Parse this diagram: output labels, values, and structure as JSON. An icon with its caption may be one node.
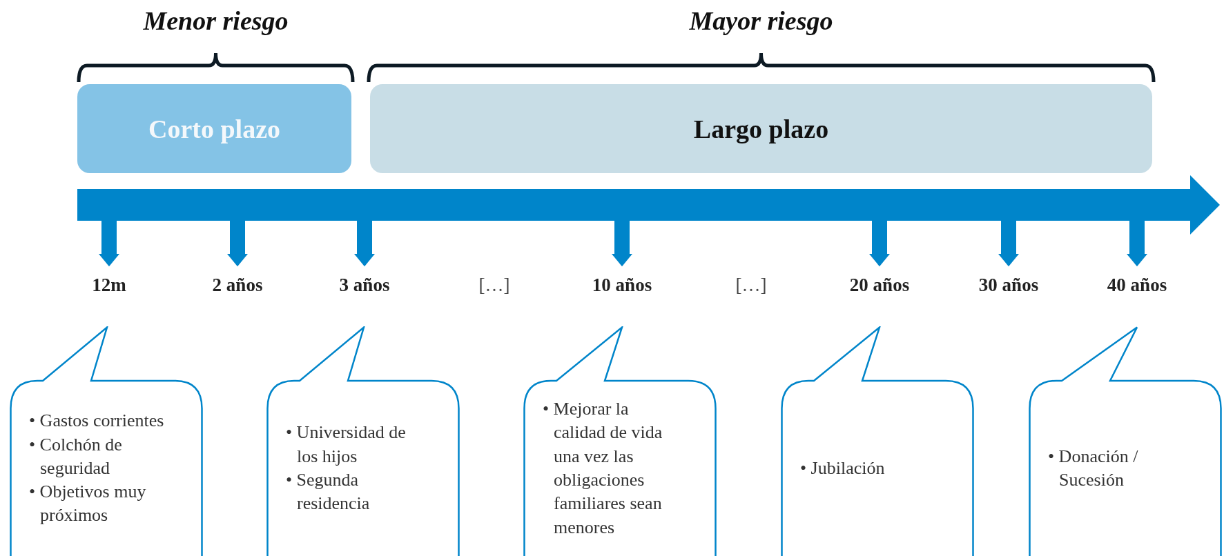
{
  "diagram": {
    "nodes": [
      {
        "text": [
          "Corto plazo"
        ]
      },
      {
        "text": [
          "Largo plazo"
        ]
      },
      {
        "text": [],
        "shape": "arrow"
      },
      {
        "text": [
          "12m"
        ]
      },
      {
        "text": [
          "2 años"
        ]
      },
      {
        "text": [
          "3 años"
        ]
      },
      {
        "text": [
          "[…]"
        ]
      },
      {
        "text": [
          "10 años"
        ]
      },
      {
        "text": [
          "[…]"
        ]
      },
      {
        "text": [
          "20 años"
        ]
      },
      {
        "text": [
          "30 años"
        ]
      },
      {
        "text": [
          "40 años"
        ]
      },
      {
        "text": [
          "• Gastos corrientes",
          "• Colchón de seguridad",
          "• Objetivos muy próximos"
        ]
      },
      {
        "text": [
          "• Universidad de los hijos",
          "• Segunda residencia"
        ]
      },
      {
        "text": [
          "• Mejorar la calidad de vida una vez las obligaciones familiares sean menores"
        ]
      },
      {
        "text": [
          "• Jubilación"
        ]
      },
      {
        "text": [
          "• Donación / Sucesión"
        ]
      }
    ],
    "edges": [
      {
        "from": 2,
        "to": 3,
        "arrow": "to"
      },
      {
        "from": 2,
        "to": 4,
        "arrow": "to"
      },
      {
        "from": 2,
        "to": 5,
        "arrow": "to"
      },
      {
        "from": 2,
        "to": 7,
        "arrow": "to"
      },
      {
        "from": 2,
        "to": 9,
        "arrow": "to"
      },
      {
        "from": 2,
        "to": 10,
        "arrow": "to"
      },
      {
        "from": 2,
        "to": 11,
        "arrow": "to"
      }
    ],
    "labels": [
      "Menor riesgo",
      "Mayor riesgo"
    ]
  }
}
